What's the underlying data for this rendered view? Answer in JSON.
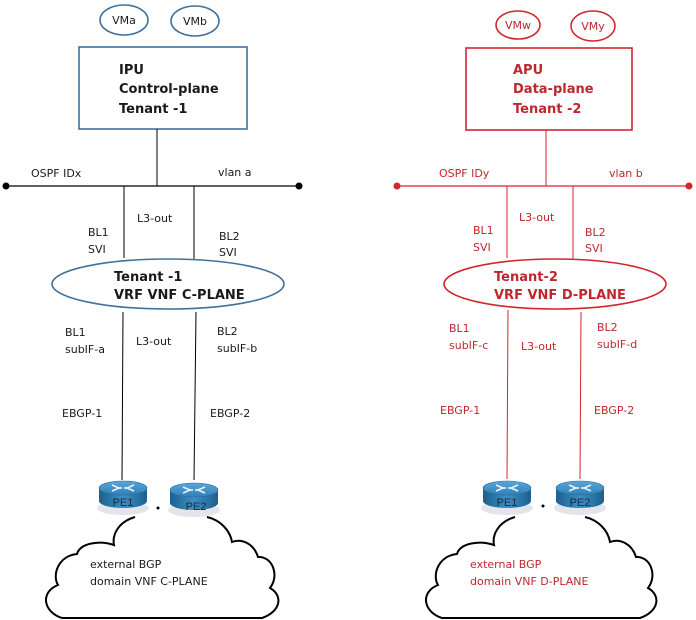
{
  "colors": {
    "left_stroke": "#41719c",
    "left_text": "#1a1a1a",
    "right_stroke": "#d2262e",
    "right_text": "#c0272d",
    "line_dark": "#000000",
    "router_top": "#3b8cc4",
    "router_side": "#1f6ea3"
  },
  "left": {
    "vms": [
      "VMa",
      "VMb"
    ],
    "unit_box": {
      "line1": "IPU",
      "line2": "Control-plane",
      "line3": "Tenant -1"
    },
    "bus": {
      "ospf_label": "OSPF IDx",
      "vlan_label": "vlan a"
    },
    "upper_links": {
      "bl1_line1": "BL1",
      "bl1_line2": "SVI",
      "l3out": "L3-out",
      "bl2_line1": "BL2",
      "bl2_line2": "SVI"
    },
    "vrf": {
      "line1": "Tenant -1",
      "line2": "VRF VNF C-PLANE"
    },
    "lower_links": {
      "bl1_line1": "BL1",
      "bl1_line2": "subIF-a",
      "l3out": "L3-out",
      "bl2_line1": "BL2",
      "bl2_line2": "subIF-b"
    },
    "ebgp": [
      "EBGP-1",
      "EBGP-2"
    ],
    "routers": [
      "PE1",
      "PE2"
    ],
    "cloud": {
      "line1": "external BGP",
      "line2": "domain VNF C-PLANE"
    }
  },
  "right": {
    "vms": [
      "VMw",
      "VMy"
    ],
    "unit_box": {
      "line1": "APU",
      "line2": "Data-plane",
      "line3": "Tenant -2"
    },
    "bus": {
      "ospf_label": "OSPF IDy",
      "vlan_label": "vlan b"
    },
    "upper_links": {
      "bl1_line1": "BL1",
      "bl1_line2": "SVI",
      "l3out": "L3-out",
      "bl2_line1": "BL2",
      "bl2_line2": "SVI"
    },
    "vrf": {
      "line1": "Tenant-2",
      "line2": "VRF VNF D-PLANE"
    },
    "lower_links": {
      "bl1_line1": "BL1",
      "bl1_line2": "subIF-c",
      "l3out": "L3-out",
      "bl2_line1": "BL2",
      "bl2_line2": "subIF-d"
    },
    "ebgp": [
      "EBGP-1",
      "EBGP-2"
    ],
    "routers": [
      "PE1",
      "PE2"
    ],
    "cloud": {
      "line1": "external BGP",
      "line2": "domain VNF D-PLANE"
    }
  }
}
